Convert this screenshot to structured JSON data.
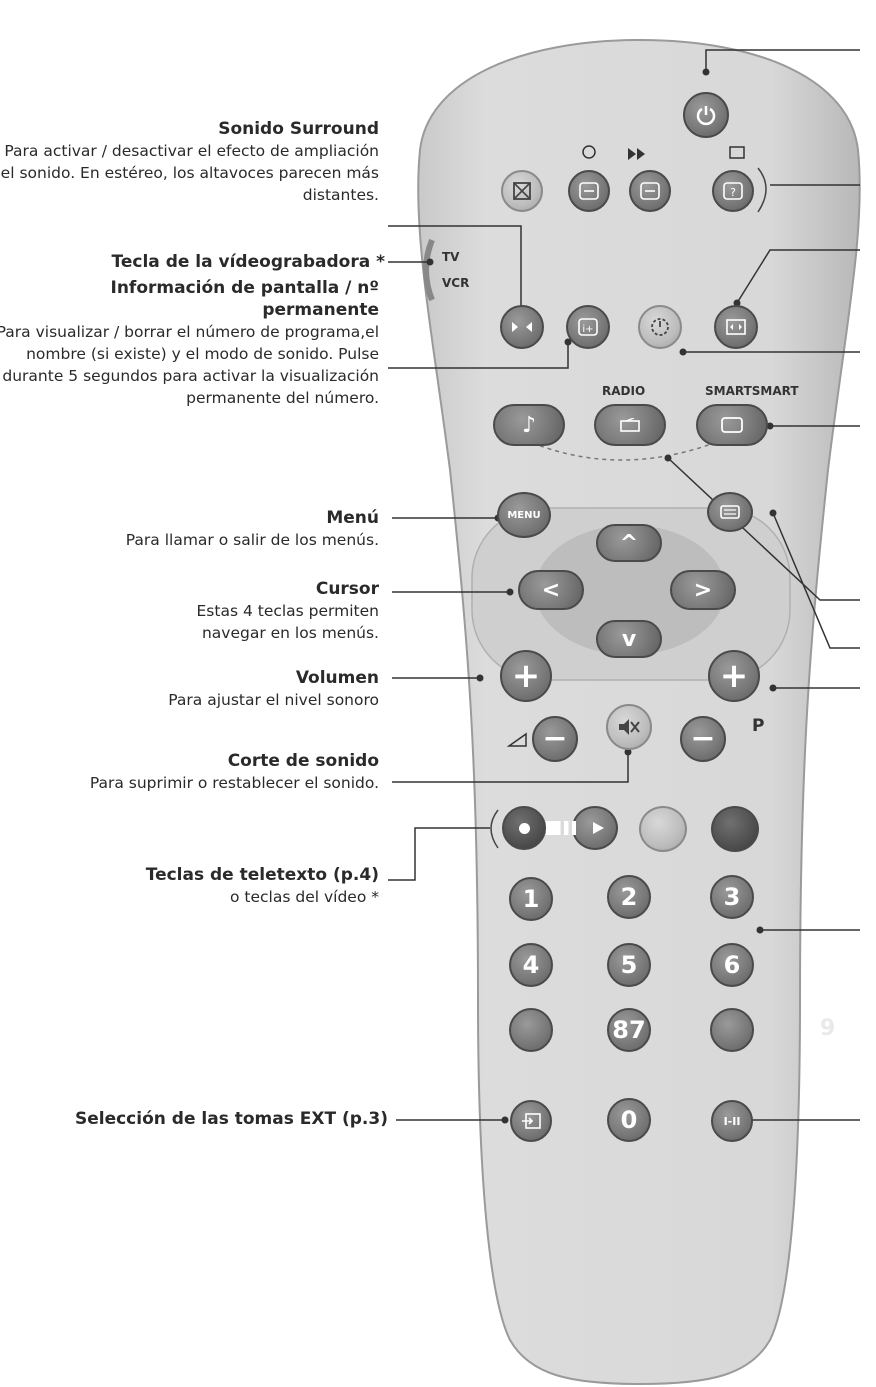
{
  "labels": {
    "surround": {
      "title": "Sonido Surround",
      "desc": "Para activar / desactivar el efecto de ampliación del sonido. En estéreo, los altavoces parecen más distantes."
    },
    "vcr_key": {
      "title": "Tecla de la vídeograbadora *"
    },
    "screen_info": {
      "title": "Información de pantalla / nº permanente",
      "desc": "Para visualizar / borrar el número de programa,el nombre (si existe) y el modo de sonido. Pulse durante 5 segundos para activar la visualización permanente del número."
    },
    "menu": {
      "title": "Menú",
      "desc": "Para llamar o salir de los menús."
    },
    "cursor": {
      "title": "Cursor",
      "desc": "Estas 4 teclas permiten navegar en los menús."
    },
    "volume": {
      "title": "Volumen",
      "desc": "Para ajustar el nivel sonoro"
    },
    "mute": {
      "title": "Corte de sonido",
      "desc": "Para suprimir o restablecer el sonido."
    },
    "teletext": {
      "title": "Teclas de teletexto (p.4)",
      "desc": "o teclas del vídeo *"
    },
    "ext": {
      "title": "Selección de las tomas EXT (p.3)"
    }
  },
  "remote": {
    "tv_label": "TV",
    "vcr_label": "VCR",
    "radio_label": "RADIO",
    "smart_label": "SMARTSMART",
    "menu_label": "MENU",
    "p_label": "P",
    "digits": [
      "1",
      "2",
      "3",
      "4",
      "5",
      "6",
      "87",
      "0"
    ],
    "ghost_digit": "9",
    "dual_label": "I-II",
    "plus": "+",
    "minus": "−",
    "up": "^",
    "down": "v",
    "left": "<",
    "right": ">"
  }
}
